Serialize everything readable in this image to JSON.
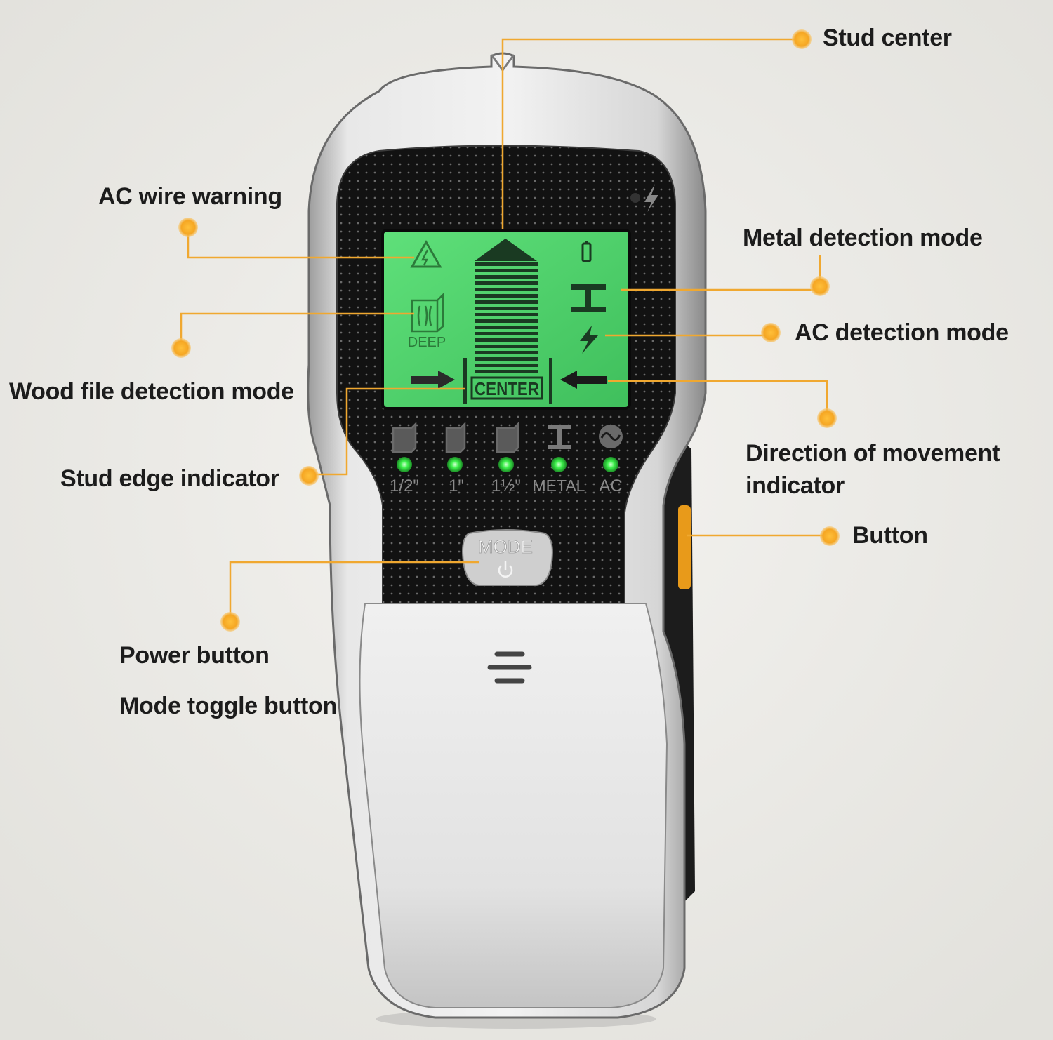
{
  "callouts": {
    "stud_center": "Stud center",
    "ac_wire_warning": "AC wire warning",
    "metal_detection_mode": "Metal detection mode",
    "ac_detection_mode": "AC detection mode",
    "wood_file_detection_mode": "Wood file detection mode",
    "stud_edge_indicator": "Stud edge indicator",
    "direction_of_movement_line1": "Direction of movement",
    "direction_of_movement_line2": "indicator",
    "button": "Button",
    "power_button": "Power button",
    "mode_toggle_button": "Mode toggle button"
  },
  "device": {
    "lcd": {
      "deep_label": "DEEP",
      "center_label": "CENTER"
    },
    "indicators": [
      {
        "label": "1/2\"",
        "icon": "wood-block-icon",
        "led": "on"
      },
      {
        "label": "1\"",
        "icon": "wood-block-icon",
        "led": "on"
      },
      {
        "label": "1½\"",
        "icon": "wood-block-icon",
        "led": "on"
      },
      {
        "label": "METAL",
        "icon": "i-beam-icon",
        "led": "on"
      },
      {
        "label": "AC",
        "icon": "ac-wave-icon",
        "led": "on"
      }
    ],
    "mode_button": {
      "label": "MODE",
      "icon": "power-icon"
    }
  },
  "colors": {
    "accent_dot": "#f5a623",
    "leader_line": "#f0a830",
    "lcd_green": "#4ed16a",
    "led_green": "#3cf04a",
    "device_shell": "#dcdcdc",
    "device_face": "#111111"
  }
}
